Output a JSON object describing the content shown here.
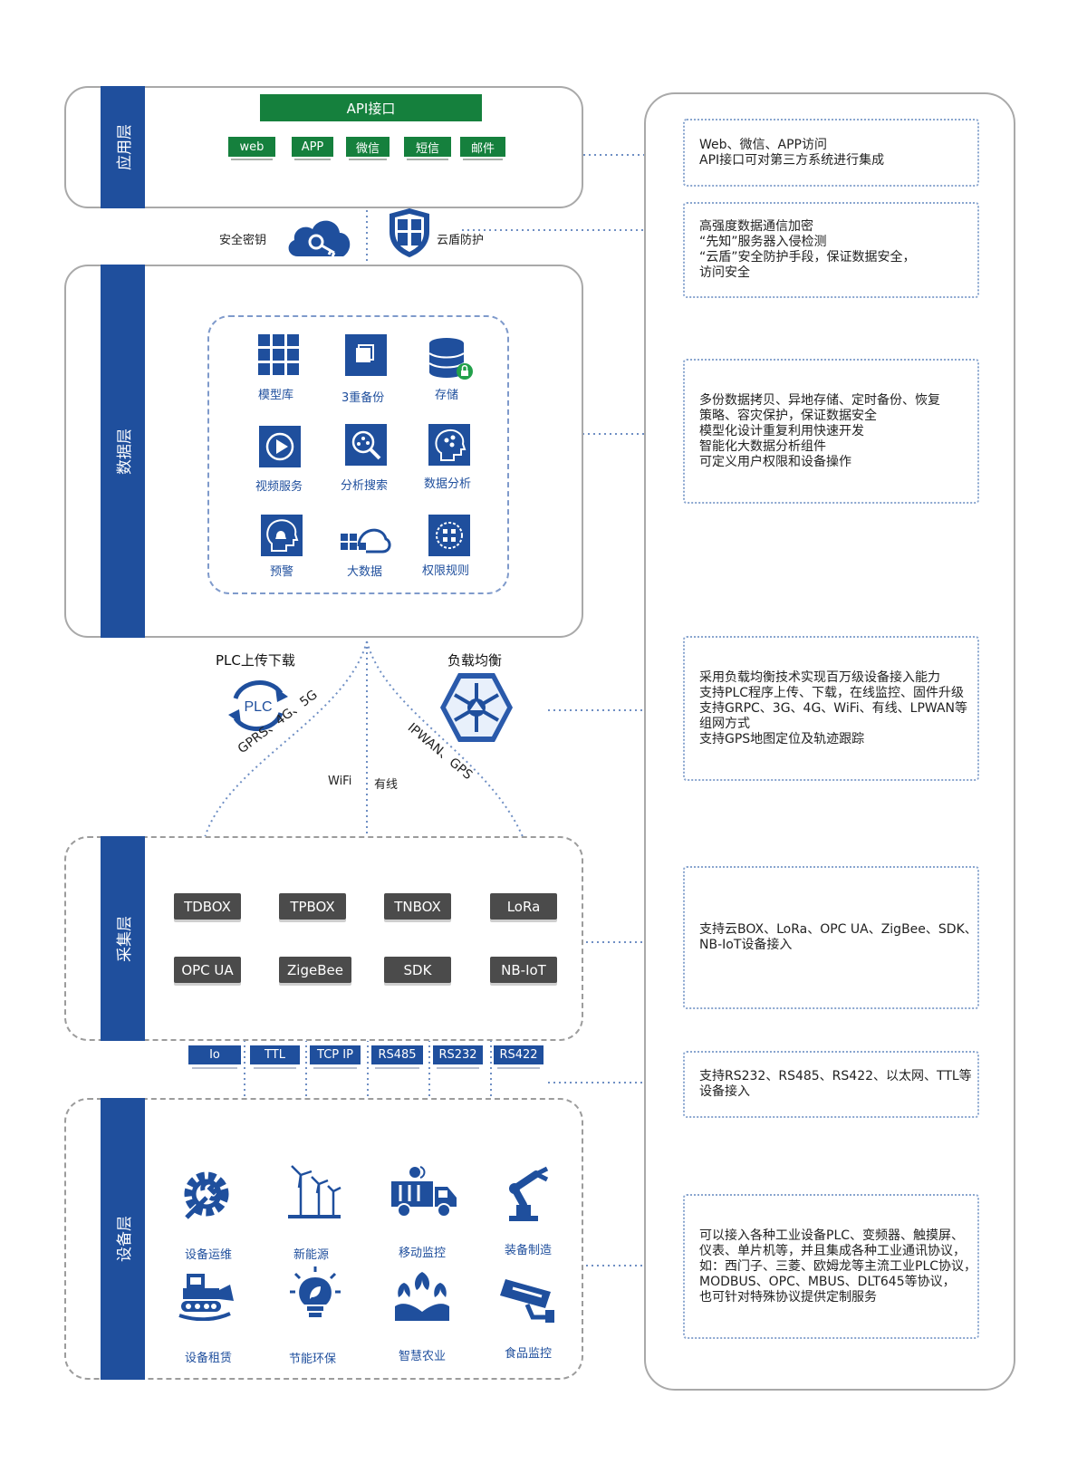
{
  "layers": {
    "app": "应用层",
    "data": "数据层",
    "collect": "采集层",
    "device": "设备层"
  },
  "app": {
    "api": "API接口",
    "chips": [
      "web",
      "APP",
      "微信",
      "短信",
      "邮件"
    ]
  },
  "security": {
    "key_label": "安全密钥",
    "shield_label": "云盾防护"
  },
  "data_modules": [
    "模型库",
    "3重备份",
    "存储",
    "视频服务",
    "分析搜索",
    "数据分析",
    "预警",
    "大数据",
    "权限规则"
  ],
  "links": {
    "plc_title": "PLC上传下载",
    "plc_icon_text": "PLC",
    "lb_title": "负载均衡",
    "left_path": "GPRS、4G、5G",
    "right_path": "IPWAN、GPS",
    "wifi": "WiFi",
    "wired": "有线"
  },
  "collect_devices": [
    "TDBOX",
    "TPBOX",
    "TNBOX",
    "LoRa",
    "OPC UA",
    "ZigeBee",
    "SDK",
    "NB-IoT"
  ],
  "protocols": [
    "Io",
    "TTL",
    "TCP IP",
    "RS485",
    "RS232",
    "RS422"
  ],
  "device_items": [
    "设备运维",
    "新能源",
    "移动监控",
    "装备制造",
    "设备租赁",
    "节能环保",
    "智慧农业",
    "食品监控"
  ],
  "notes": [
    [
      "Web、微信、APP访问",
      "API接口可对第三方系统进行集成"
    ],
    [
      "高强度数据通信加密",
      "“先知”服务器入侵检测",
      "“云盾”安全防护手段，保证数据安全，",
      "访问安全"
    ],
    [
      "多份数据拷贝、异地存储、定时备份、恢复",
      "策略、容灾保护，保证数据安全",
      "模型化设计重复利用快速开发",
      "智能化大数据分析组件",
      "可定义用户权限和设备操作"
    ],
    [
      "采用负载均衡技术实现百万级设备接入能力",
      "支持PLC程序上传、下载，在线监控、固件升级",
      "支持GRPC、3G、4G、WiFi、有线、LPWAN等",
      "组网方式",
      "支持GPS地图定位及轨迹跟踪"
    ],
    [
      "支持云BOX、LoRa、OPC UA、ZigBee、SDK、",
      "NB-IoT设备接入"
    ],
    [
      "支持RS232、RS485、RS422、以太网、TTL等",
      "设备接入"
    ],
    [
      "可以接入各种工业设备PLC、变频器、触摸屏、",
      "仪表、单片机等，并且集成各种工业通讯协议，",
      "如：西门子、三菱、欧姆龙等主流工业PLC协议，",
      "MODBUS、OPC、MBUS、DLT645等协议，",
      "也可针对特殊协议提供定制服务"
    ]
  ],
  "colors": {
    "blue": "#1f4f9d",
    "green": "#15803d",
    "dark_chip": "#4b4b4b",
    "dot_line": "#8aa6cf"
  }
}
